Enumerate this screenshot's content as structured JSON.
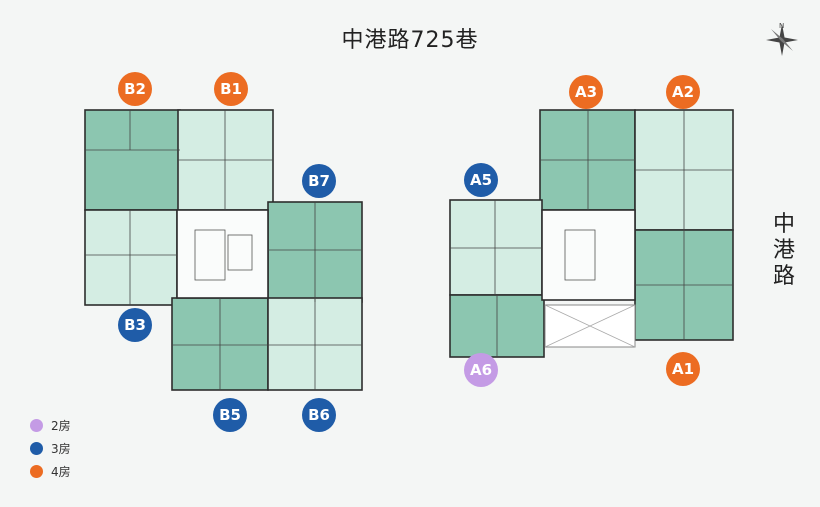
{
  "title": "中港路725巷",
  "road_label": "中港路",
  "compass": {
    "north_label": "N"
  },
  "units": [
    {
      "id": "B2",
      "rooms": 4
    },
    {
      "id": "B1",
      "rooms": 4
    },
    {
      "id": "B7",
      "rooms": 3
    },
    {
      "id": "B3",
      "rooms": 3
    },
    {
      "id": "B5",
      "rooms": 3
    },
    {
      "id": "B6",
      "rooms": 3
    },
    {
      "id": "A3",
      "rooms": 4
    },
    {
      "id": "A2",
      "rooms": 4
    },
    {
      "id": "A5",
      "rooms": 3
    },
    {
      "id": "A6",
      "rooms": 2
    },
    {
      "id": "A1",
      "rooms": 4
    }
  ],
  "legend": [
    {
      "label": "2房",
      "color": "#c49be5"
    },
    {
      "label": "3房",
      "color": "#1f5ca8"
    },
    {
      "label": "4房",
      "color": "#ec6c22"
    }
  ],
  "colors": {
    "four_room": "#ec6c22",
    "three_room": "#1f5ca8",
    "two_room": "#c49be5",
    "plan_dark": "#8cc6b0",
    "plan_light": "#d4ede3"
  }
}
